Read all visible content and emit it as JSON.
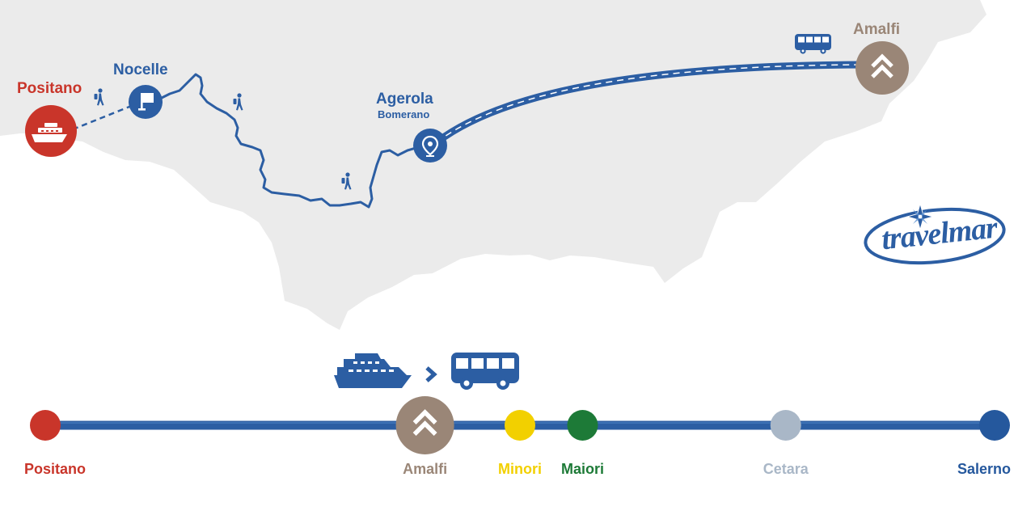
{
  "colors": {
    "land": "#ebebeb",
    "route_blue": "#2c5ea3",
    "red": "#c9352a",
    "brown": "#9a8677",
    "yellow": "#f2d000",
    "green": "#1d7a37",
    "grey_blue": "#a9b7c7",
    "dark_blue": "#25589d"
  },
  "map": {
    "places": {
      "positano": {
        "label": "Positano",
        "icon": "ferry-icon"
      },
      "nocelle": {
        "label": "Nocelle",
        "icon": "flag-icon"
      },
      "agerola": {
        "label": "Agerola",
        "sublabel": "Bomerano",
        "icon": "location-pin-icon"
      },
      "amalfi": {
        "label": "Amalfi",
        "icon": "chevron-up-icon"
      }
    },
    "route_icons": [
      "hiker-icon",
      "hiker-icon",
      "hiker-icon",
      "bus-icon"
    ],
    "logo": {
      "text": "travelmar",
      "icon": "compass-rose-icon"
    }
  },
  "line": {
    "transfer_icons": [
      "ferry-icon",
      "chevron-right-icon",
      "bus-icon"
    ],
    "stops": [
      {
        "label": "Positano",
        "color": "#c9352a",
        "pos": 0.0
      },
      {
        "label": "Amalfi",
        "color": "#9a8677",
        "pos": 0.4,
        "icon": "chevron-up-icon"
      },
      {
        "label": "Minori",
        "color": "#f2d000",
        "pos": 0.5
      },
      {
        "label": "Maiori",
        "color": "#1d7a37",
        "pos": 0.566
      },
      {
        "label": "Cetara",
        "color": "#a9b7c7",
        "pos": 0.78
      },
      {
        "label": "Salerno",
        "color": "#25589d",
        "pos": 1.0
      }
    ]
  }
}
